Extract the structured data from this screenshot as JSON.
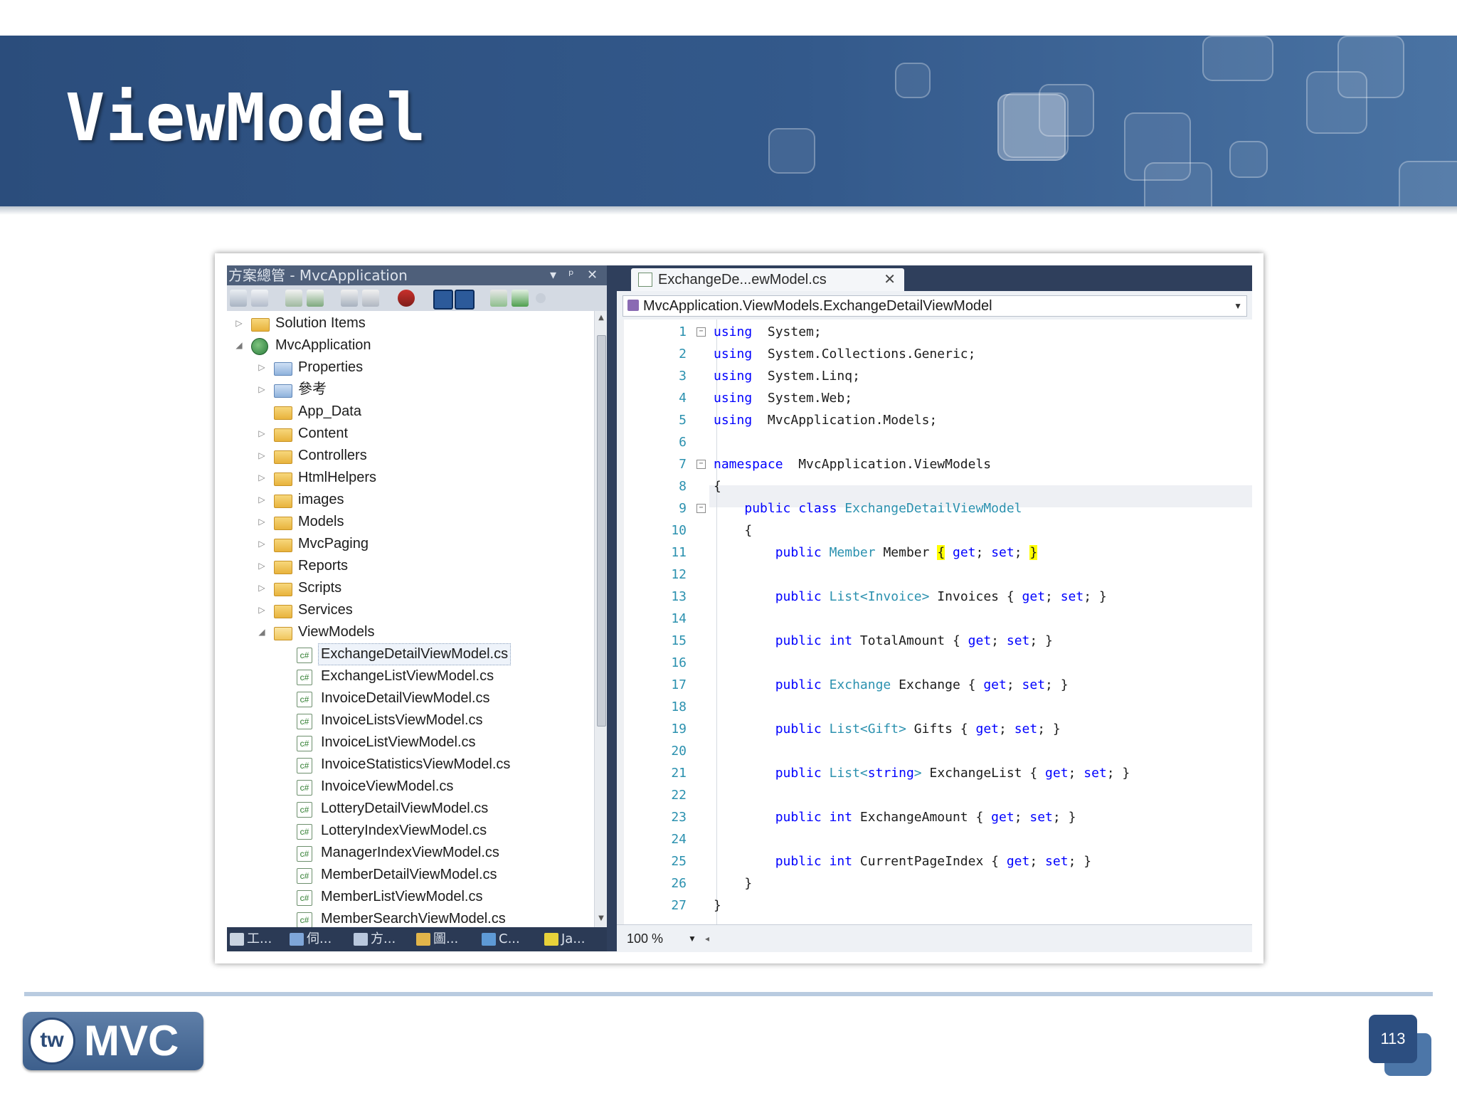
{
  "slide": {
    "title": "ViewModel",
    "page_number": "113"
  },
  "logo": {
    "badge": "tw",
    "text": "MVC"
  },
  "solution_explorer": {
    "title": "方案總管 - MvcApplication",
    "title_controls": [
      "▾",
      "ᵖ",
      "✕"
    ],
    "tree": [
      {
        "label": "Solution Items",
        "kind": "folder",
        "level": 0,
        "expander": "▷"
      },
      {
        "label": "MvcApplication",
        "kind": "project",
        "level": 0,
        "expander": "◢"
      },
      {
        "label": "Properties",
        "kind": "special",
        "level": 1,
        "expander": "▷"
      },
      {
        "label": "參考",
        "kind": "special",
        "level": 1,
        "expander": "▷"
      },
      {
        "label": "App_Data",
        "kind": "folder",
        "level": 1,
        "expander": ""
      },
      {
        "label": "Content",
        "kind": "folder",
        "level": 1,
        "expander": "▷"
      },
      {
        "label": "Controllers",
        "kind": "folder",
        "level": 1,
        "expander": "▷"
      },
      {
        "label": "HtmlHelpers",
        "kind": "folder",
        "level": 1,
        "expander": "▷"
      },
      {
        "label": "images",
        "kind": "folder",
        "level": 1,
        "expander": "▷"
      },
      {
        "label": "Models",
        "kind": "folder",
        "level": 1,
        "expander": "▷"
      },
      {
        "label": "MvcPaging",
        "kind": "folder",
        "level": 1,
        "expander": "▷"
      },
      {
        "label": "Reports",
        "kind": "folder",
        "level": 1,
        "expander": "▷"
      },
      {
        "label": "Scripts",
        "kind": "folder",
        "level": 1,
        "expander": "▷"
      },
      {
        "label": "Services",
        "kind": "folder",
        "level": 1,
        "expander": "▷"
      },
      {
        "label": "ViewModels",
        "kind": "folder-open",
        "level": 1,
        "expander": "◢"
      },
      {
        "label": "ExchangeDetailViewModel.cs",
        "kind": "cs",
        "level": 2,
        "expander": "",
        "selected": true
      },
      {
        "label": "ExchangeListViewModel.cs",
        "kind": "cs",
        "level": 2,
        "expander": ""
      },
      {
        "label": "InvoiceDetailViewModel.cs",
        "kind": "cs",
        "level": 2,
        "expander": ""
      },
      {
        "label": "InvoiceListsViewModel.cs",
        "kind": "cs",
        "level": 2,
        "expander": ""
      },
      {
        "label": "InvoiceListViewModel.cs",
        "kind": "cs",
        "level": 2,
        "expander": ""
      },
      {
        "label": "InvoiceStatisticsViewModel.cs",
        "kind": "cs",
        "level": 2,
        "expander": ""
      },
      {
        "label": "InvoiceViewModel.cs",
        "kind": "cs",
        "level": 2,
        "expander": ""
      },
      {
        "label": "LotteryDetailViewModel.cs",
        "kind": "cs",
        "level": 2,
        "expander": ""
      },
      {
        "label": "LotteryIndexViewModel.cs",
        "kind": "cs",
        "level": 2,
        "expander": ""
      },
      {
        "label": "ManagerIndexViewModel.cs",
        "kind": "cs",
        "level": 2,
        "expander": ""
      },
      {
        "label": "MemberDetailViewModel.cs",
        "kind": "cs",
        "level": 2,
        "expander": ""
      },
      {
        "label": "MemberListViewModel.cs",
        "kind": "cs",
        "level": 2,
        "expander": ""
      },
      {
        "label": "MemberSearchViewModel.cs",
        "kind": "cs",
        "level": 2,
        "expander": ""
      }
    ],
    "bottom_tabs": [
      {
        "label": "工...",
        "icon": "toolbox-icon",
        "color": "#c9d3e0"
      },
      {
        "label": "伺...",
        "icon": "server-icon",
        "color": "#7fa6d8"
      },
      {
        "label": "方...",
        "icon": "solution-icon",
        "color": "#b9c8de"
      },
      {
        "label": "圖...",
        "icon": "class-view-icon",
        "color": "#e2b54a"
      },
      {
        "label": "C...",
        "icon": "code-icon",
        "color": "#5e9ad6"
      },
      {
        "label": "Ja...",
        "icon": "radiation-icon",
        "color": "#e8d23a"
      }
    ]
  },
  "editor": {
    "tab_label": "ExchangeDe...ewModel.cs",
    "tab_close": "✕",
    "navigation_value": "MvcApplication.ViewModels.ExchangeDetailViewModel",
    "zoom": "100 %",
    "lines": [
      {
        "n": "1",
        "fold": "−",
        "t": [
          [
            "kw",
            "using"
          ],
          [
            "",
            "  System;"
          ]
        ]
      },
      {
        "n": "2",
        "t": [
          [
            "kw",
            "using"
          ],
          [
            "",
            "  System.Collections.Generic;"
          ]
        ]
      },
      {
        "n": "3",
        "t": [
          [
            "kw",
            "using"
          ],
          [
            "",
            "  System.Linq;"
          ]
        ]
      },
      {
        "n": "4",
        "t": [
          [
            "kw",
            "using"
          ],
          [
            "",
            "  System.Web;"
          ]
        ]
      },
      {
        "n": "5",
        "t": [
          [
            "kw",
            "using"
          ],
          [
            "",
            "  MvcApplication.Models;"
          ]
        ]
      },
      {
        "n": "6",
        "t": []
      },
      {
        "n": "7",
        "fold": "−",
        "t": [
          [
            "kw",
            "namespace"
          ],
          [
            "",
            "  MvcApplication.ViewModels"
          ]
        ]
      },
      {
        "n": "8",
        "t": [
          [
            "",
            "{"
          ]
        ]
      },
      {
        "n": "9",
        "fold": "−",
        "t": [
          [
            "",
            "    "
          ],
          [
            "kw",
            "public"
          ],
          [
            "",
            " "
          ],
          [
            "kw",
            "class"
          ],
          [
            "",
            " "
          ],
          [
            "ty",
            "ExchangeDetailViewModel"
          ]
        ]
      },
      {
        "n": "10",
        "t": [
          [
            "",
            "    {"
          ]
        ]
      },
      {
        "n": "11",
        "t": [
          [
            "",
            "        "
          ],
          [
            "kw",
            "public"
          ],
          [
            "",
            " "
          ],
          [
            "ty",
            "Member"
          ],
          [
            "",
            " Member "
          ],
          [
            "brk",
            "{"
          ],
          [
            "",
            " "
          ],
          [
            "kw",
            "get"
          ],
          [
            "",
            "; "
          ],
          [
            "kw",
            "set"
          ],
          [
            "",
            "; "
          ],
          [
            "brk",
            "}"
          ]
        ]
      },
      {
        "n": "12",
        "t": []
      },
      {
        "n": "13",
        "t": [
          [
            "",
            "        "
          ],
          [
            "kw",
            "public"
          ],
          [
            "",
            " "
          ],
          [
            "ty",
            "List<Invoice>"
          ],
          [
            "",
            " Invoices { "
          ],
          [
            "kw",
            "get"
          ],
          [
            "",
            "; "
          ],
          [
            "kw",
            "set"
          ],
          [
            "",
            "; }"
          ]
        ]
      },
      {
        "n": "14",
        "t": []
      },
      {
        "n": "15",
        "t": [
          [
            "",
            "        "
          ],
          [
            "kw",
            "public"
          ],
          [
            "",
            " "
          ],
          [
            "kw",
            "int"
          ],
          [
            "",
            " TotalAmount { "
          ],
          [
            "kw",
            "get"
          ],
          [
            "",
            "; "
          ],
          [
            "kw",
            "set"
          ],
          [
            "",
            "; }"
          ]
        ]
      },
      {
        "n": "16",
        "t": []
      },
      {
        "n": "17",
        "t": [
          [
            "",
            "        "
          ],
          [
            "kw",
            "public"
          ],
          [
            "",
            " "
          ],
          [
            "ty",
            "Exchange"
          ],
          [
            "",
            " Exchange { "
          ],
          [
            "kw",
            "get"
          ],
          [
            "",
            "; "
          ],
          [
            "kw",
            "set"
          ],
          [
            "",
            "; }"
          ]
        ]
      },
      {
        "n": "18",
        "t": []
      },
      {
        "n": "19",
        "t": [
          [
            "",
            "        "
          ],
          [
            "kw",
            "public"
          ],
          [
            "",
            " "
          ],
          [
            "ty",
            "List<Gift>"
          ],
          [
            "",
            " Gifts { "
          ],
          [
            "kw",
            "get"
          ],
          [
            "",
            "; "
          ],
          [
            "kw",
            "set"
          ],
          [
            "",
            "; }"
          ]
        ]
      },
      {
        "n": "20",
        "t": []
      },
      {
        "n": "21",
        "t": [
          [
            "",
            "        "
          ],
          [
            "kw",
            "public"
          ],
          [
            "",
            " "
          ],
          [
            "ty",
            "List<"
          ],
          [
            "kw",
            "string"
          ],
          [
            "ty",
            ">"
          ],
          [
            "",
            " ExchangeList { "
          ],
          [
            "kw",
            "get"
          ],
          [
            "",
            "; "
          ],
          [
            "kw",
            "set"
          ],
          [
            "",
            "; }"
          ]
        ]
      },
      {
        "n": "22",
        "t": []
      },
      {
        "n": "23",
        "t": [
          [
            "",
            "        "
          ],
          [
            "kw",
            "public"
          ],
          [
            "",
            " "
          ],
          [
            "kw",
            "int"
          ],
          [
            "",
            " ExchangeAmount { "
          ],
          [
            "kw",
            "get"
          ],
          [
            "",
            "; "
          ],
          [
            "kw",
            "set"
          ],
          [
            "",
            "; }"
          ]
        ]
      },
      {
        "n": "24",
        "t": []
      },
      {
        "n": "25",
        "t": [
          [
            "",
            "        "
          ],
          [
            "kw",
            "public"
          ],
          [
            "",
            " "
          ],
          [
            "kw",
            "int"
          ],
          [
            "",
            " CurrentPageIndex { "
          ],
          [
            "kw",
            "get"
          ],
          [
            "",
            "; "
          ],
          [
            "kw",
            "set"
          ],
          [
            "",
            "; }"
          ]
        ]
      },
      {
        "n": "26",
        "t": [
          [
            "",
            "    }"
          ]
        ]
      },
      {
        "n": "27",
        "t": [
          [
            "",
            "}"
          ]
        ]
      }
    ]
  }
}
